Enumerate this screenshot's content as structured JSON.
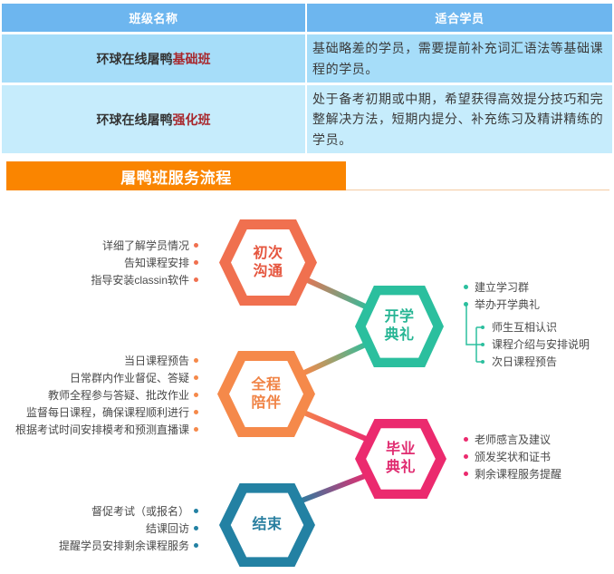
{
  "table": {
    "headers": [
      "班级名称",
      "适合学员"
    ],
    "rows": [
      {
        "class_prefix": "环球在线屠鸭",
        "class_type": "基础班",
        "suitable": "基础略差的学员，需要提前补充词汇语法等基础课程的学员。"
      },
      {
        "class_prefix": "环球在线屠鸭",
        "class_type": "强化班",
        "suitable": "处于备考初期或中期，希望获得高效提分技巧和完整解决方法，短期内提分、补充练习及精讲精练的学员。"
      }
    ]
  },
  "section_banner": {
    "title": "屠鸭班服务流程",
    "color": "#FA8500"
  },
  "highlight_color": "#A8262B",
  "flow": {
    "steps": [
      {
        "label_line1": "初次",
        "label_line2": "沟通",
        "color": "#F0704F",
        "label_color": "#E5553E",
        "items": [
          "详细了解学员情况",
          "告知课程安排",
          "指导安装classin软件"
        ]
      },
      {
        "label_line1": "开学",
        "label_line2": "典礼",
        "color": "#2BBF9E",
        "label_color": "#27B594",
        "items": [
          "建立学习群",
          "举办开学典礼"
        ],
        "sub_items": [
          "师生互相认识",
          "课程介绍与安排说明",
          "次日课程预告"
        ]
      },
      {
        "label_line1": "全程",
        "label_line2": "陪伴",
        "color": "#F5894A",
        "label_color": "#F08345",
        "items": [
          "当日课程预告",
          "日常群内作业督促、答疑",
          "教师全程参与答疑、批改作业",
          "监督每日课程，确保课程顺利进行",
          "根据考试时间安排模考和预测直播课"
        ]
      },
      {
        "label_line1": "毕业",
        "label_line2": "典礼",
        "color": "#EB2A6E",
        "label_color": "#E02B70",
        "items": [
          "老师感言及建议",
          "颁发奖状和证书",
          "剩余课程服务提醒"
        ]
      },
      {
        "label_line1": "结束",
        "label_line2": "",
        "color": "#2381A3",
        "label_color": "#2A7FA0",
        "items": [
          "督促考试（或报名）",
          "结课回访",
          "提醒学员安排剩余课程服务"
        ]
      }
    ]
  }
}
